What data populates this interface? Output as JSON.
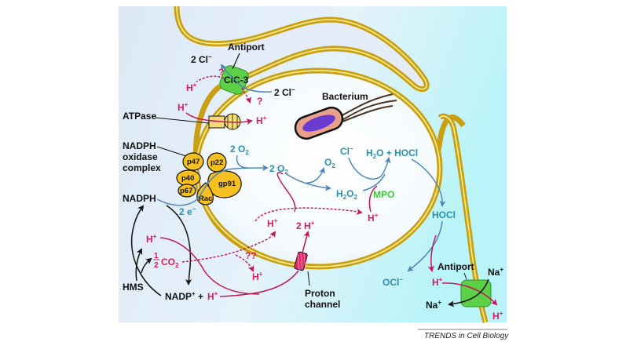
{
  "figure": {
    "credit": "TRENDS in Cell Biology",
    "colors": {
      "membrane": "#c9a012",
      "membrane_highlight": "#fff3a0",
      "background_left": "#dde8f6",
      "background_right": "#b8f4f8",
      "phagosome_interior": "#ffffff",
      "proton": "#d81b60",
      "oxygen_species": "#2a8fb0",
      "electron_path": "#4f86b8",
      "mpo": "#3ac83a",
      "clc3": "#5cd046",
      "oxidase_subunit": "#f5c020",
      "bacterium_body": "#e8a08a",
      "bacterium_dna": "#6a3bd0"
    }
  },
  "labels": {
    "antiport_top": "Antiport",
    "cl_out": "2 Cl",
    "cl_in": "2 Cl",
    "cl_charge": "−",
    "clc3": "ClC-3",
    "h_plus": "H",
    "plus": "+",
    "question": "?",
    "double_question": "??",
    "atpase": "ATPase",
    "bacterium": "Bacterium",
    "nadph_oxidase_line1": "NADPH",
    "nadph_oxidase_line2": "oxidase",
    "nadph_oxidase_line3": "complex",
    "p47": "p47",
    "p22": "p22",
    "p40": "p40",
    "p67": "p67",
    "gp91": "gp91",
    "rac": "Rac",
    "nadph": "NADPH",
    "two_e": "2 e",
    "two_o2": "2 O",
    "two_superoxide": "2 O",
    "superoxide_mark": "•",
    "o2": "O",
    "h2o2_h": "H",
    "h2o2_o": "O",
    "cl_minus": "Cl",
    "h2o_hocl_h": "H",
    "h2o_hocl_rest": "O + HOCl",
    "mpo": "MPO",
    "hocl": "HOCl",
    "ocl": "OCl",
    "two_h": "2 H",
    "half": "1",
    "half_den": "2",
    "co2": "CO",
    "hms": "HMS",
    "nadp": "NADP",
    "nadp_plus_h": " + ",
    "proton_line1": "Proton",
    "proton_line2": "channel",
    "antiport_bottom": "Antiport",
    "na": "Na",
    "sub2": "2"
  }
}
